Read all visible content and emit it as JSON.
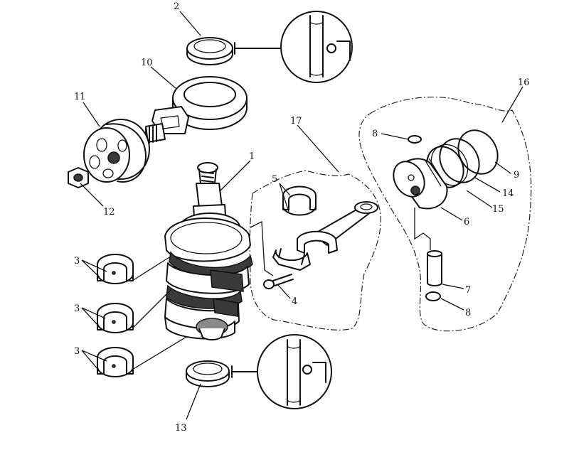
{
  "callouts": [
    {
      "id": "label-2",
      "text": "2"
    },
    {
      "id": "label-10",
      "text": "10"
    },
    {
      "id": "label-11",
      "text": "11"
    },
    {
      "id": "label-12",
      "text": "12"
    },
    {
      "id": "label-1",
      "text": "1"
    },
    {
      "id": "label-17",
      "text": "17"
    },
    {
      "id": "label-5",
      "text": "5"
    },
    {
      "id": "label-16",
      "text": "16"
    },
    {
      "id": "label-8a",
      "text": "8"
    },
    {
      "id": "label-9",
      "text": "9"
    },
    {
      "id": "label-14",
      "text": "14"
    },
    {
      "id": "label-15",
      "text": "15"
    },
    {
      "id": "label-6",
      "text": "6"
    },
    {
      "id": "label-3a",
      "text": "3"
    },
    {
      "id": "label-3b",
      "text": "3"
    },
    {
      "id": "label-3c",
      "text": "3"
    },
    {
      "id": "label-4",
      "text": "4"
    },
    {
      "id": "label-7",
      "text": "7"
    },
    {
      "id": "label-8b",
      "text": "8"
    },
    {
      "id": "label-13",
      "text": "13"
    }
  ]
}
